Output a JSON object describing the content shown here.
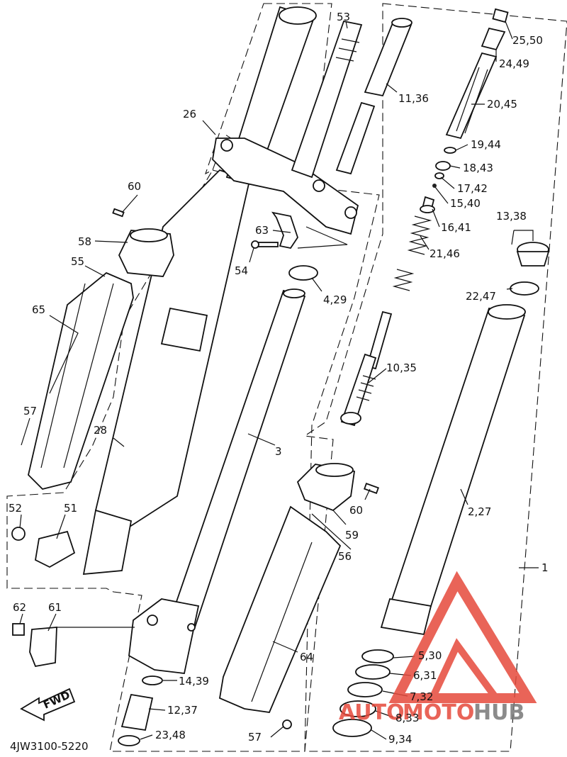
{
  "diagram": {
    "code": "4JW3100-5220",
    "fwd": "FWD",
    "watermark": {
      "auto": "AUTO",
      "moto": "MOTO",
      "hub": "HUB",
      "accent": "#e64a3c",
      "grey": "#777777"
    },
    "labels": {
      "l53": "53",
      "l11": "11,36",
      "l25": "25,50",
      "l24": "24,49",
      "l20": "20,45",
      "l26": "26",
      "l19": "19,44",
      "l18": "18,43",
      "l17": "17,42",
      "l15": "15,40",
      "l60a": "60",
      "l13": "13,38",
      "l63": "63",
      "l16": "16,41",
      "l58": "58",
      "l54": "54",
      "l21": "21,46",
      "l55": "55",
      "l22": "22,47",
      "l4": "4,29",
      "l65": "65",
      "l10": "10,35",
      "l57a": "57",
      "l28": "28",
      "l3": "3",
      "l52": "52",
      "l51": "51",
      "l60b": "60",
      "l2": "2,27",
      "l59": "59",
      "l56": "56",
      "l1": "1",
      "l62": "62",
      "l61": "61",
      "l5": "5,30",
      "l64": "64",
      "l6": "6,31",
      "l14": "14,39",
      "l7": "7,32",
      "l12": "12,37",
      "l8": "8,33",
      "l23": "23,48",
      "l57b": "57",
      "l9": "9,34"
    }
  }
}
